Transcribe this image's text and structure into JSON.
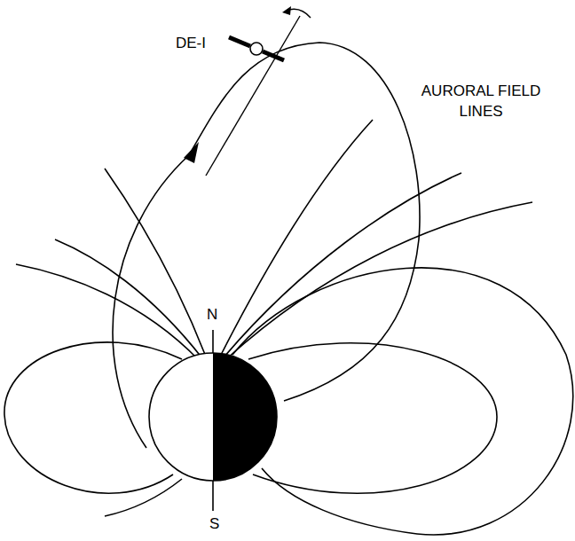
{
  "diagram": {
    "labels": [
      "DE-I",
      "AURORAL FIELD LINES",
      "N",
      "S"
    ]
  }
}
